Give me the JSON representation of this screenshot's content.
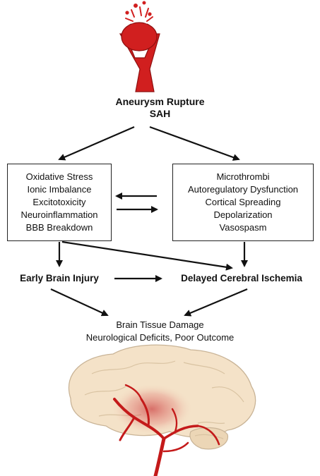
{
  "top": {
    "title_line1": "Aneurysm Rupture",
    "title_line2": "SAH"
  },
  "left_box": {
    "items": [
      "Oxidative Stress",
      "Ionic Imbalance",
      "Excitotoxicity",
      "Neuroinflammation",
      "BBB Breakdown"
    ]
  },
  "right_box": {
    "items": [
      "Microthrombi",
      "Autoregulatory Dysfunction",
      "Cortical Spreading",
      "Depolarization",
      "Vasospasm"
    ]
  },
  "stages": {
    "early": "Early Brain Injury",
    "delayed": "Delayed Cerebral Ischemia"
  },
  "outcome": {
    "line1": "Brain Tissue Damage",
    "line2": "Neurological Deficits, Poor Outcome"
  },
  "colors": {
    "vessel_red": "#d11f1f",
    "brain_beige": "#f4e2c8",
    "arrow_black": "#111111"
  }
}
